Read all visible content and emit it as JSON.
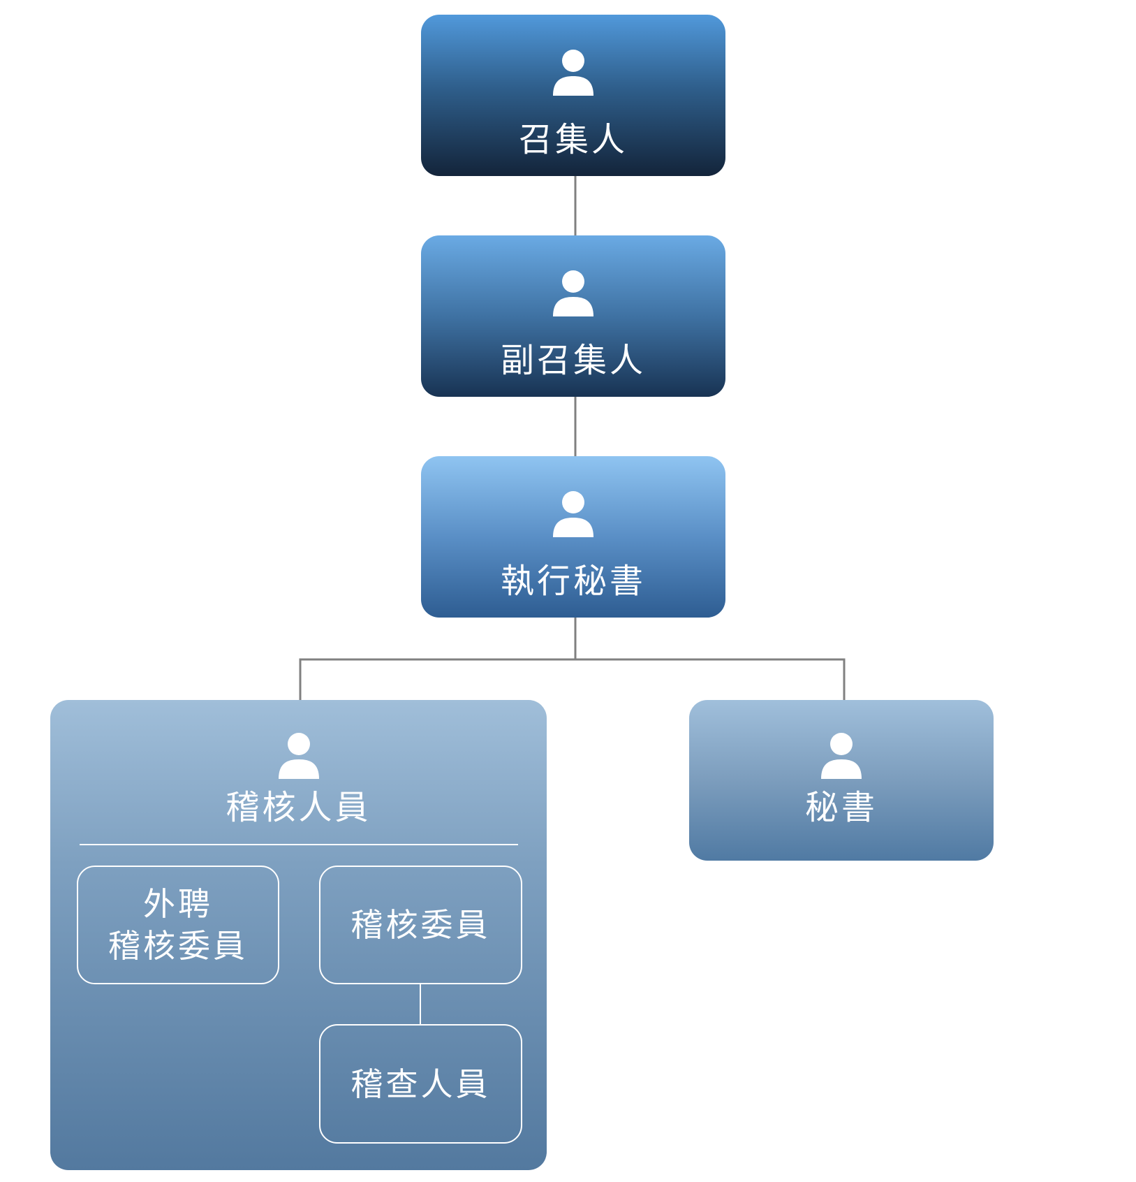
{
  "nodes": {
    "convener": {
      "label": "召集人",
      "icon": "person-icon"
    },
    "deputy_convener": {
      "label": "副召集人",
      "icon": "person-icon"
    },
    "executive_secretary": {
      "label": "執行秘書",
      "icon": "person-icon"
    },
    "audit_staff": {
      "label": "稽核人員",
      "icon": "person-icon",
      "children": {
        "external_member": {
          "line1": "外聘",
          "line2": "稽核委員"
        },
        "audit_member": {
          "label": "稽核委員"
        },
        "inspector": {
          "label": "稽查人員"
        }
      }
    },
    "secretary": {
      "label": "秘書",
      "icon": "person-icon"
    }
  },
  "colors": {
    "connector": "#808080",
    "text": "#ffffff"
  }
}
